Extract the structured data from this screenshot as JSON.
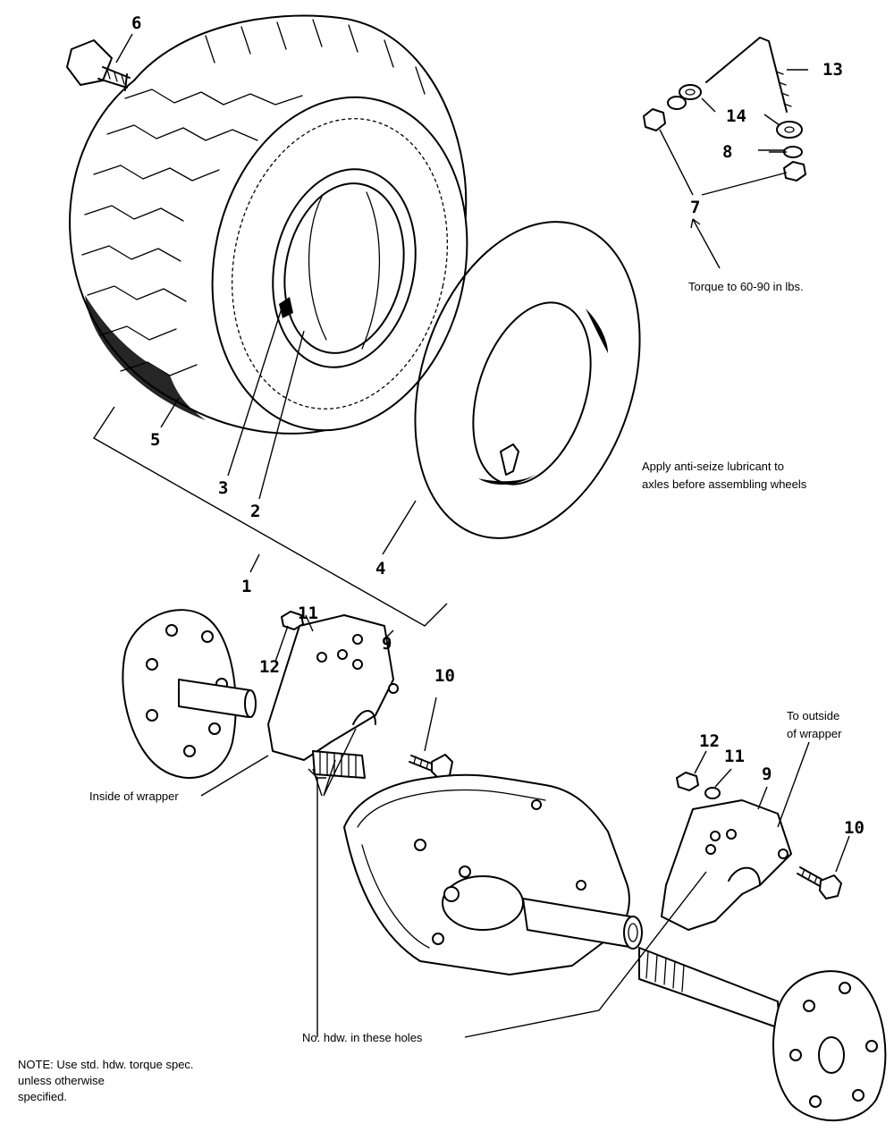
{
  "callouts": {
    "c1": "1",
    "c2": "2",
    "c3": "3",
    "c4": "4",
    "c5": "5",
    "c6": "6",
    "c7": "7",
    "c8": "8",
    "c9a": "9",
    "c9b": "9",
    "c10a": "10",
    "c10b": "10",
    "c11a": "11",
    "c11b": "11",
    "c12a": "12",
    "c12b": "12",
    "c13": "13",
    "c14": "14"
  },
  "notes": {
    "torque": "Torque to 60-90 in lbs.",
    "antiseize_line1": "Apply anti-seize lubricant to",
    "antiseize_line2": "axles before assembling wheels",
    "inside_wrapper": "Inside of wrapper",
    "outside_wrapper_line1": "To outside",
    "outside_wrapper_line2": "of wrapper",
    "no_hardware": "No. hdw. in these holes",
    "footnote_line1": "NOTE: Use std. hdw. torque spec.",
    "footnote_line2": "unless otherwise",
    "footnote_line3": "specified."
  }
}
